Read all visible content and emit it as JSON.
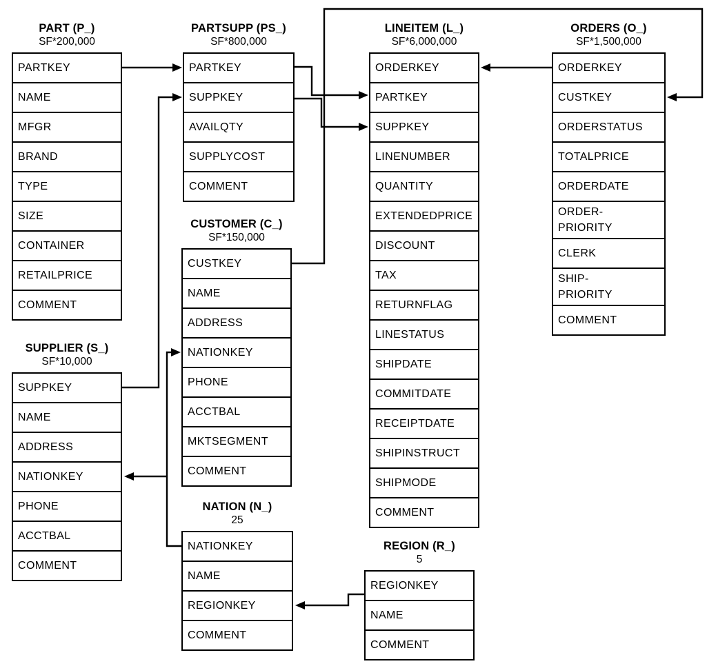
{
  "diagram": {
    "type": "database-schema",
    "colors": {
      "line": "#000000",
      "background": "#ffffff",
      "text": "#000000"
    },
    "tables": [
      {
        "id": "part",
        "name": "PART (P_)",
        "cardinality": "SF*200,000",
        "columns": [
          "PARTKEY",
          "NAME",
          "MFGR",
          "BRAND",
          "TYPE",
          "SIZE",
          "CONTAINER",
          "RETAILPRICE",
          "COMMENT"
        ]
      },
      {
        "id": "partsupp",
        "name": "PARTSUPP (PS_)",
        "cardinality": "SF*800,000",
        "columns": [
          "PARTKEY",
          "SUPPKEY",
          "AVAILQTY",
          "SUPPLYCOST",
          "COMMENT"
        ]
      },
      {
        "id": "lineitem",
        "name": "LINEITEM (L_)",
        "cardinality": "SF*6,000,000",
        "columns": [
          "ORDERKEY",
          "PARTKEY",
          "SUPPKEY",
          "LINENUMBER",
          "QUANTITY",
          "EXTENDEDPRICE",
          "DISCOUNT",
          "TAX",
          "RETURNFLAG",
          "LINESTATUS",
          "SHIPDATE",
          "COMMITDATE",
          "RECEIPTDATE",
          "SHIPINSTRUCT",
          "SHIPMODE",
          "COMMENT"
        ]
      },
      {
        "id": "orders",
        "name": "ORDERS (O_)",
        "cardinality": "SF*1,500,000",
        "columns": [
          "ORDERKEY",
          "CUSTKEY",
          "ORDERSTATUS",
          "TOTALPRICE",
          "ORDERDATE",
          "ORDER-\nPRIORITY",
          "CLERK",
          "SHIP-\nPRIORITY",
          "COMMENT"
        ]
      },
      {
        "id": "supplier",
        "name": "SUPPLIER (S_)",
        "cardinality": "SF*10,000",
        "columns": [
          "SUPPKEY",
          "NAME",
          "ADDRESS",
          "NATIONKEY",
          "PHONE",
          "ACCTBAL",
          "COMMENT"
        ]
      },
      {
        "id": "customer",
        "name": "CUSTOMER (C_)",
        "cardinality": "SF*150,000",
        "columns": [
          "CUSTKEY",
          "NAME",
          "ADDRESS",
          "NATIONKEY",
          "PHONE",
          "ACCTBAL",
          "MKTSEGMENT",
          "COMMENT"
        ]
      },
      {
        "id": "nation",
        "name": "NATION (N_)",
        "cardinality": "25",
        "columns": [
          "NATIONKEY",
          "NAME",
          "REGIONKEY",
          "COMMENT"
        ]
      },
      {
        "id": "region",
        "name": "REGION (R_)",
        "cardinality": "5",
        "columns": [
          "REGIONKEY",
          "NAME",
          "COMMENT"
        ]
      }
    ],
    "relationships": [
      {
        "from": "PART.PARTKEY",
        "to": "PARTSUPP.PARTKEY"
      },
      {
        "from": "SUPPLIER.SUPPKEY",
        "to": "PARTSUPP.SUPPKEY"
      },
      {
        "from": "PARTSUPP.PARTKEY",
        "to": "LINEITEM.PARTKEY"
      },
      {
        "from": "PARTSUPP.SUPPKEY",
        "to": "LINEITEM.SUPPKEY"
      },
      {
        "from": "ORDERS.ORDERKEY",
        "to": "LINEITEM.ORDERKEY"
      },
      {
        "from": "CUSTOMER.CUSTKEY",
        "to": "ORDERS.CUSTKEY"
      },
      {
        "from": "NATION.NATIONKEY",
        "to": "CUSTOMER.NATIONKEY"
      },
      {
        "from": "NATION.NATIONKEY",
        "to": "SUPPLIER.NATIONKEY"
      },
      {
        "from": "REGION.REGIONKEY",
        "to": "NATION.REGIONKEY"
      }
    ]
  }
}
